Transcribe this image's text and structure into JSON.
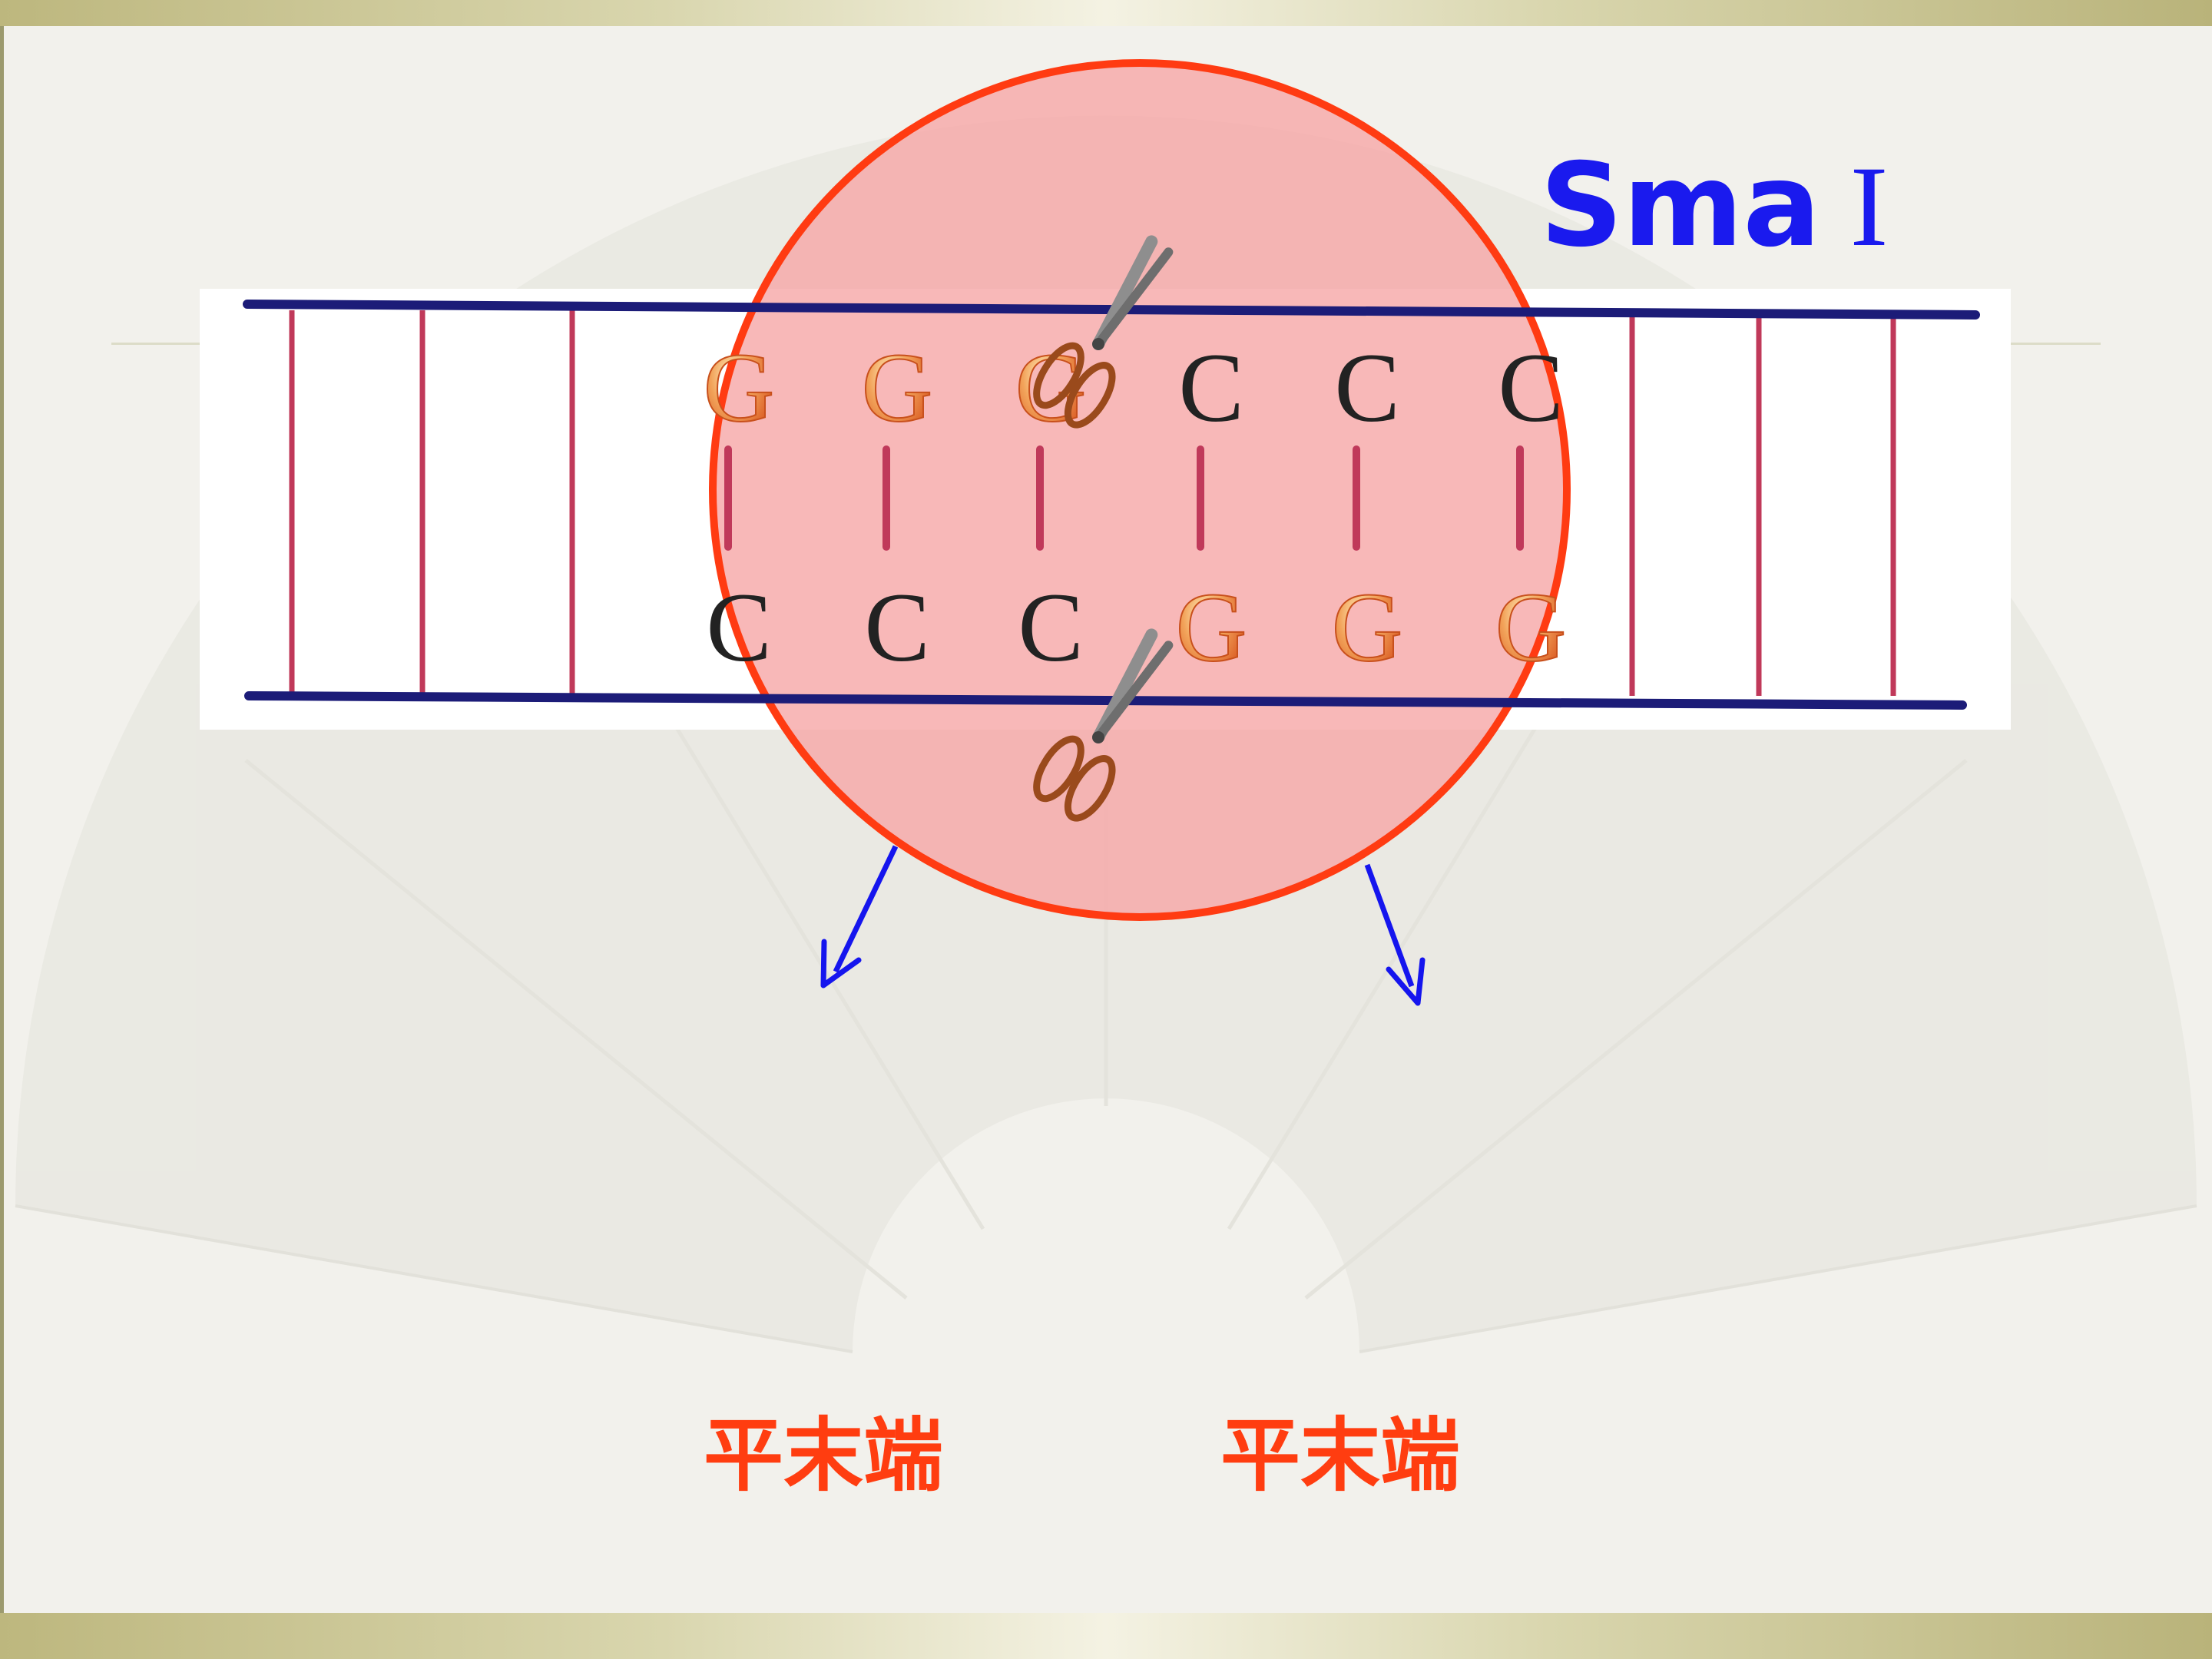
{
  "title": {
    "enzyme": "Sma",
    "numeral": "I"
  },
  "top_strand": [
    "G",
    "G",
    "G",
    "C",
    "C",
    "C"
  ],
  "bottom_strand": [
    "C",
    "C",
    "C",
    "G",
    "G",
    "G"
  ],
  "labels": {
    "left_end": "平末端",
    "right_end": "平末端"
  },
  "colors": {
    "backbone": "#1c1c78",
    "rung": "#c0395a",
    "highlight_fill": "#f7a8a8",
    "highlight_stroke": "#ff3b12",
    "arrow": "#1515ee",
    "label": "#ff3d10",
    "base_g": "#e8742a",
    "base_c": "#222222"
  },
  "icons": {
    "cut_marker": "scissors-icon"
  }
}
